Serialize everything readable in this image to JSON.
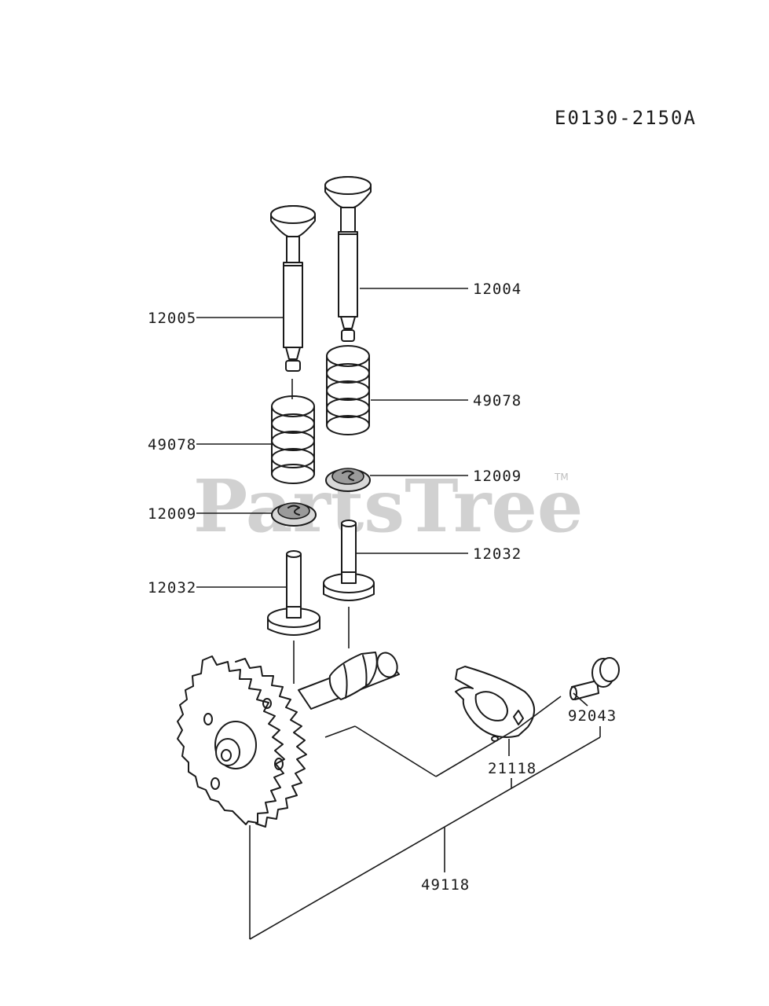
{
  "diagram": {
    "code": "E0130-2150A",
    "watermark": "PartsTree",
    "trademark": "TM",
    "parts": [
      {
        "id": "12004"
      },
      {
        "id": "12005"
      },
      {
        "id": "49078"
      },
      {
        "id": "49078"
      },
      {
        "id": "12009"
      },
      {
        "id": "12009"
      },
      {
        "id": "12032"
      },
      {
        "id": "12032"
      },
      {
        "id": "92043"
      },
      {
        "id": "21118"
      },
      {
        "id": "49118"
      }
    ]
  }
}
